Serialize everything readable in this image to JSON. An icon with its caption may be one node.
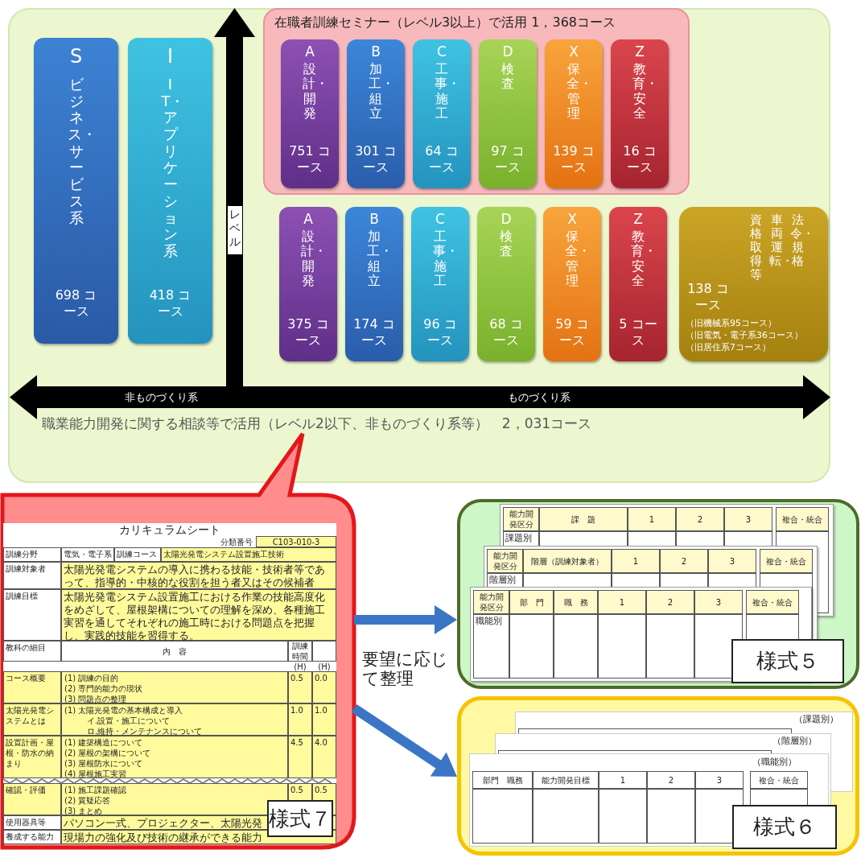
{
  "diagram": {
    "nodes": [
      {
        "text": [
          "職業能力開発に関する相談等で活用（レベル2以下、非ものづくり系等）　2，031コース"
        ]
      },
      {
        "text": [
          "S",
          "ビジネス・サービス系",
          "698 コース"
        ],
        "in": 0
      },
      {
        "text": [
          "I",
          "IT・アプリケーション系",
          "418 コース"
        ],
        "in": 0
      },
      {
        "text": [
          "在職者訓練セミナー（レベル3以上）で活用 1，368コース"
        ],
        "in": 0
      },
      {
        "text": [
          "A",
          "設計・開発",
          "751 コース"
        ],
        "in": 3
      },
      {
        "text": [
          "B",
          "加工・組立",
          "301 コース"
        ],
        "in": 3
      },
      {
        "text": [
          "C",
          "工事・施工",
          "64 コース"
        ],
        "in": 3
      },
      {
        "text": [
          "D",
          "検査",
          "97 コース"
        ],
        "in": 3
      },
      {
        "text": [
          "X",
          "保全・管理",
          "139 コース"
        ],
        "in": 3
      },
      {
        "text": [
          "Z",
          "教育・安全",
          "16 コース"
        ],
        "in": 3
      },
      {
        "text": [
          "A",
          "設計・開発",
          "375 コース"
        ],
        "in": 0
      },
      {
        "text": [
          "B",
          "加工・組立",
          "174 コース"
        ],
        "in": 0
      },
      {
        "text": [
          "C",
          "工事・施工",
          "96 コース"
        ],
        "in": 0
      },
      {
        "text": [
          "D",
          "検査",
          "68 コース"
        ],
        "in": 0
      },
      {
        "text": [
          "X",
          "保全・管理",
          "59 コース"
        ],
        "in": 0
      },
      {
        "text": [
          "Z",
          "教育・安全",
          "5 コース"
        ],
        "in": 0
      },
      {
        "text": [
          "法令・規格",
          "車両運転・",
          "資格取得等",
          "138 コース",
          "（旧機械系95コース）",
          "（旧電気・電子系36コース）",
          "（旧居住系7コース）"
        ],
        "in": 0
      },
      {
        "text": [],
        "shape": "callout"
      },
      {
        "text": [
          "様式７"
        ],
        "in": 17
      },
      {
        "text": [],
        "shape": "box"
      },
      {
        "text": [
          "様式５"
        ],
        "in": 19
      },
      {
        "text": [],
        "shape": "box"
      },
      {
        "text": [
          "様式６"
        ],
        "in": 21
      }
    ],
    "edges": [
      {
        "from": 17,
        "to": 19,
        "arrow": "to"
      },
      {
        "from": 17,
        "to": 21,
        "arrow": "to"
      }
    ],
    "labels": [
      "レベル",
      "非ものづくり系",
      "ものづくり系",
      "要望に応じて整理",
      "カリキュラムシート",
      "分類番号",
      "C103-010-3",
      "訓練分野",
      "電気・電子系",
      "訓練コース",
      "太陽光発電システム設置施工技術",
      "訓練対象者",
      "太陽光発電システムの導入に携わる技能・技術者等であって、指導的・中核的な役割を担う者又はその候補者",
      "訓練目標",
      "太陽光発電システム設置施工における作業の技能高度化をめざして、屋根架構についての理解を深め、各種施工実習を通してそれぞれの施工時における問題点を把握し、実践的技能を習得する。",
      "教科の細目",
      "内　容",
      "訓練時間",
      "(H)",
      "(H)",
      "コース概要",
      "(1) 訓練の目的",
      "(2) 専門的能力の現状",
      "(3) 問題点の整理",
      "0.5",
      "0.0",
      "太陽光発電システムとは",
      "(1) 太陽光発電の基本構成と導入",
      "イ.設置・施工について",
      "ロ.維持・メンテナンスについて",
      "1.0",
      "1.0",
      "設置計画・屋根・防水の納まり",
      "(1) 建築構造について",
      "(2) 屋根の架構について",
      "(3) 屋根防水について",
      "(4) 屋根施工実習",
      "4.5",
      "4.0",
      "確認・評価",
      "(1) 施工課題確認",
      "(2) 質疑応答",
      "(3) まとめ",
      "0.5",
      "0.5",
      "使用器具等",
      "パソコン一式、プロジェクター、太陽光発",
      "養成する能力",
      "現場力の強化及び技術の継承ができる能力",
      "能力開発区分",
      "課　題",
      "1",
      "2",
      "3",
      "複合・統合",
      "課題別",
      "能力開発区分",
      "階層（訓練対象者）",
      "1",
      "2",
      "3",
      "複合・統合",
      "階層別",
      "能力開発区分",
      "部　門",
      "職　務",
      "1",
      "2",
      "3",
      "複合・統合",
      "職能別",
      "（課題別）",
      "（階層別）",
      "（職能別）",
      "部門　職務",
      "能力開発目標",
      "1",
      "2",
      "3",
      "複合・統合"
    ]
  }
}
